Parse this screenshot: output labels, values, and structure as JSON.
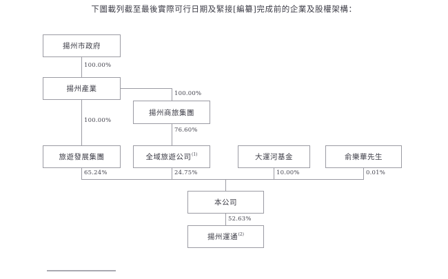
{
  "document": {
    "title_text": "下圖載列截至最後實際可行日期及緊接[編纂]完成前的企業及股權架構："
  },
  "chart_data": {
    "type": "diagram",
    "title": "下圖載列截至最後實際可行日期及緊接[編纂]完成前的企業及股權架構：",
    "nodes": [
      {
        "id": "yangzhou_government",
        "label": "揚州市政府",
        "footnote": ""
      },
      {
        "id": "yangzhou_industry",
        "label": "揚州產業",
        "footnote": ""
      },
      {
        "id": "business_travel_group",
        "label": "揚州商旅集團",
        "footnote": ""
      },
      {
        "id": "tourism_development_group",
        "label": "旅遊發展集團",
        "footnote": ""
      },
      {
        "id": "quanyu_tourism_company",
        "label": "全域旅遊公司",
        "footnote": "(1)"
      },
      {
        "id": "grand_canal_fund",
        "label": "大運河基金",
        "footnote": ""
      },
      {
        "id": "mr_yu_lehua",
        "label": "俞樂華先生",
        "footnote": ""
      },
      {
        "id": "our_company",
        "label": "本公司",
        "footnote": ""
      },
      {
        "id": "yangzhou_yuntong",
        "label": "揚州運通",
        "footnote": "(2)"
      }
    ],
    "edges": [
      {
        "from": "yangzhou_government",
        "to": "yangzhou_industry",
        "percent": "100.00%"
      },
      {
        "from": "yangzhou_industry",
        "to": "business_travel_group",
        "percent": "100.00%"
      },
      {
        "from": "yangzhou_industry",
        "to": "tourism_development_group",
        "percent": "100.00%"
      },
      {
        "from": "business_travel_group",
        "to": "quanyu_tourism_company",
        "percent": "76.60%"
      },
      {
        "from": "tourism_development_group",
        "to": "our_company",
        "percent": "65.24%"
      },
      {
        "from": "quanyu_tourism_company",
        "to": "our_company",
        "percent": "24.75%"
      },
      {
        "from": "grand_canal_fund",
        "to": "our_company",
        "percent": "10.00%"
      },
      {
        "from": "mr_yu_lehua",
        "to": "our_company",
        "percent": "0.01%"
      },
      {
        "from": "our_company",
        "to": "yangzhou_yuntong",
        "percent": "52.63%"
      }
    ],
    "colors": {
      "box_border": "#9a9aa2",
      "line": "#9a9aa2",
      "text": "#3c3c46",
      "background": "#ffffff"
    }
  }
}
